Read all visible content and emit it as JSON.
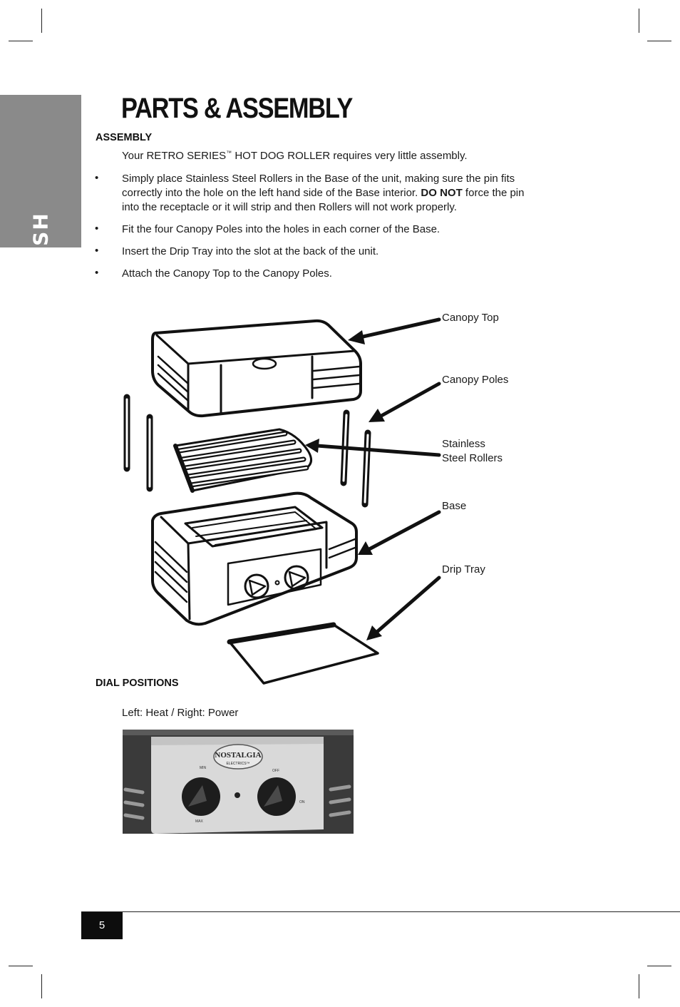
{
  "side_tab": {
    "label": "ENGLISH"
  },
  "page": {
    "title": "PARTS & ASSEMBLY",
    "number": "5"
  },
  "assembly": {
    "heading": "ASSEMBLY",
    "intro_a": "Your RETRO SERIES",
    "intro_tm": "™",
    "intro_b": " HOT DOG ROLLER requires very little assembly.",
    "steps": [
      {
        "pre": "Simply place Stainless Steel Rollers in the Base of the unit, making sure the pin fits correctly into the hole on the left hand side of the Base interior. ",
        "bold": "DO NOT",
        "post": " force the pin into the receptacle or it will strip and then Rollers will not work properly."
      },
      {
        "text": "Fit the four Canopy Poles into the holes in each corner of the Base."
      },
      {
        "text": "Insert the Drip Tray into the slot at the back of the unit."
      },
      {
        "text": "Attach the Canopy Top to the Canopy Poles."
      }
    ],
    "bullet": "•"
  },
  "diagram": {
    "labels": [
      {
        "line1": "Canopy Top",
        "line2": ""
      },
      {
        "line1": "Canopy Poles",
        "line2": ""
      },
      {
        "line1": "Stainless",
        "line2": "Steel Rollers"
      },
      {
        "line1": "Base",
        "line2": ""
      },
      {
        "line1": "Drip Tray",
        "line2": ""
      }
    ]
  },
  "dial_positions": {
    "heading": "DIAL POSITIONS",
    "description": "Left: Heat / Right: Power",
    "photo_text": {
      "brand_line1": "NOSTALGIA",
      "brand_line2": "ELECTRICS™",
      "min": "MIN",
      "max": "MAX",
      "off": "OFF",
      "on": "ON"
    }
  }
}
